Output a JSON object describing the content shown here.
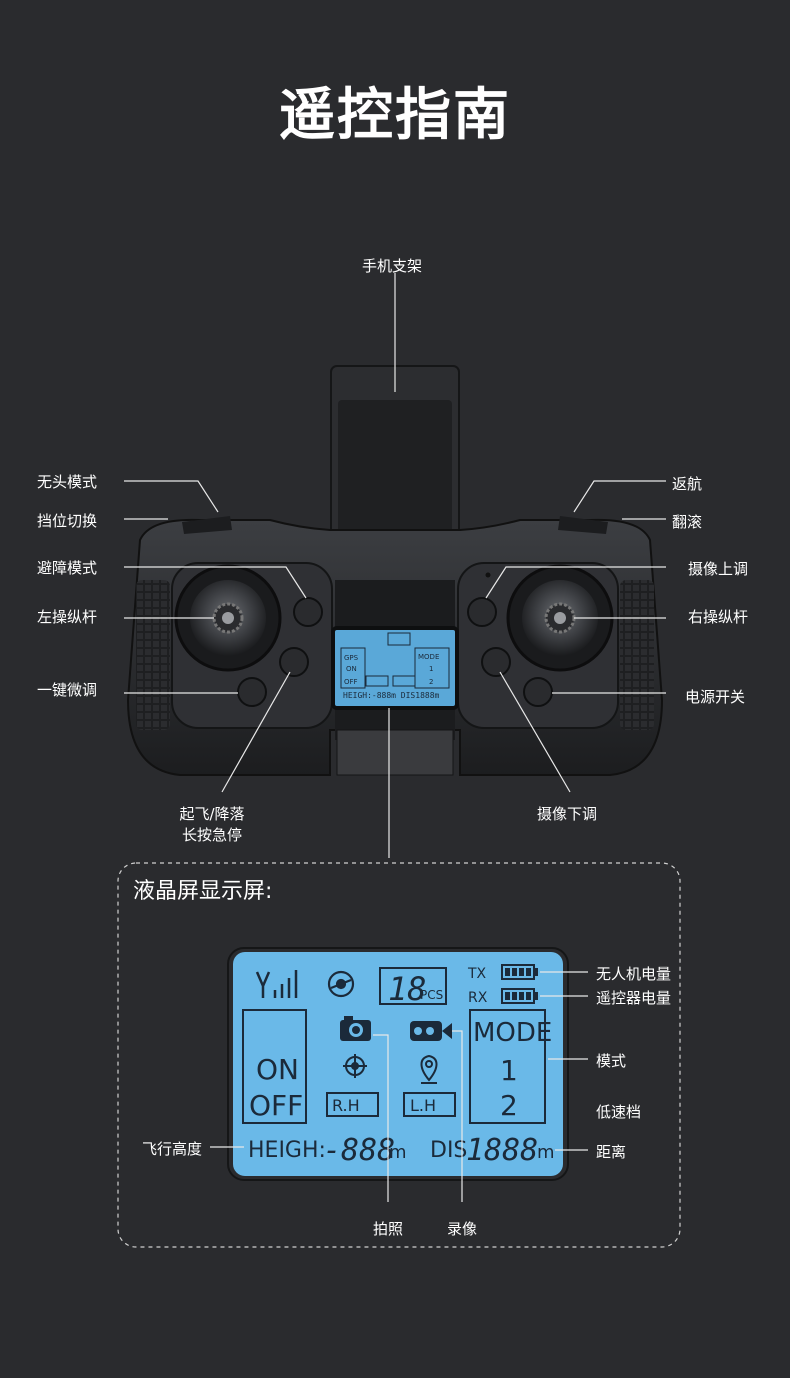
{
  "title": "遥控指南",
  "labels": {
    "phone_holder": "手机支架",
    "headless_mode": "无头模式",
    "gear_switch": "挡位切换",
    "obstacle_avoid": "避障模式",
    "left_stick": "左操纵杆",
    "trim": "一键微调",
    "takeoff_line1": "起飞/降落",
    "takeoff_line2": "长按急停",
    "return_home": "返航",
    "flip": "翻滚",
    "camera_up": "摄像上调",
    "right_stick": "右操纵杆",
    "power": "电源开关",
    "camera_down": "摄像下调"
  },
  "lcd_section": {
    "title": "液晶屏显示屏:",
    "labels": {
      "drone_battery": "无人机电量",
      "remote_battery": "遥控器电量",
      "mode": "模式",
      "low_speed": "低速档",
      "height": "飞行高度",
      "distance": "距离",
      "photo": "拍照",
      "video": "录像"
    }
  },
  "lcd": {
    "pcs": "18",
    "pcs_unit": "PCS",
    "tx": "TX",
    "rx": "RX",
    "gps": "GPS",
    "on": "ON",
    "off": "OFF",
    "mode": "MODE",
    "mode1": "1",
    "mode2": "2",
    "rh": "R.H",
    "lh": "L.H",
    "height_label": "HEIGH:",
    "height_val": "-888",
    "height_unit": "m",
    "dis_label": "DIS",
    "dis_val": "1888",
    "dis_unit": "m"
  },
  "colors": {
    "background": "#2a2b2e",
    "lcd_blue": "#6ab9e8",
    "lcd_ink": "#1b2a3a"
  }
}
